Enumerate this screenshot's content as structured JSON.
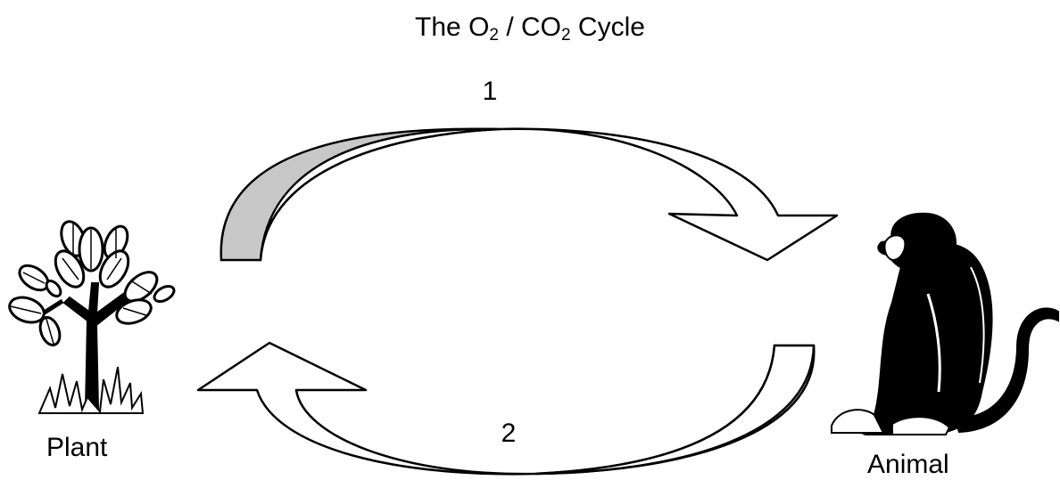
{
  "title": {
    "prefix": "The O",
    "sub1": "2",
    "middle": " / CO",
    "sub2": "2",
    "suffix": " Cycle"
  },
  "arrows": [
    {
      "number": "1",
      "from": "Plant",
      "to": "Animal"
    },
    {
      "number": "2",
      "from": "Animal",
      "to": "Plant"
    }
  ],
  "nodes": [
    {
      "label": "Plant",
      "icon": "tree-icon"
    },
    {
      "label": "Animal",
      "icon": "monkey-icon"
    }
  ],
  "colors": {
    "arrow_shadow": "#c8c8c8",
    "stroke": "#000000",
    "fill": "#ffffff"
  }
}
